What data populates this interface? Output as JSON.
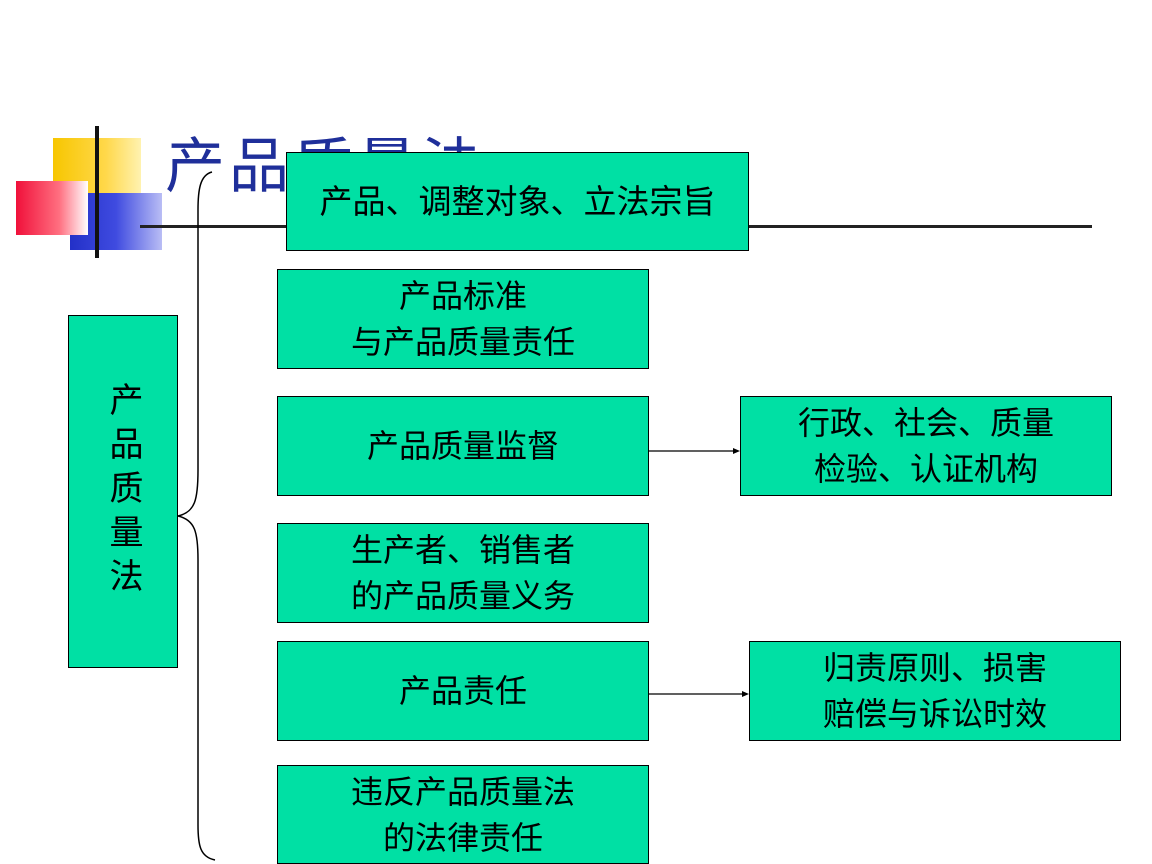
{
  "slide": {
    "title": "产品质量法"
  },
  "diagram": {
    "root": "产品质量法",
    "branches": [
      "产品、调整对象、立法宗旨",
      "产品标准\n与产品质量责任",
      "产品质量监督",
      "生产者、销售者\n的产品质量义务",
      "产品责任",
      "违反产品质量法\n的法律责任"
    ],
    "details": [
      "行政、社会、质量\n检验、认证机构",
      "归责原则、损害\n赔偿与诉讼时效"
    ]
  },
  "colors": {
    "box_fill": "#00e0a4",
    "title": "#1f2f9a"
  }
}
